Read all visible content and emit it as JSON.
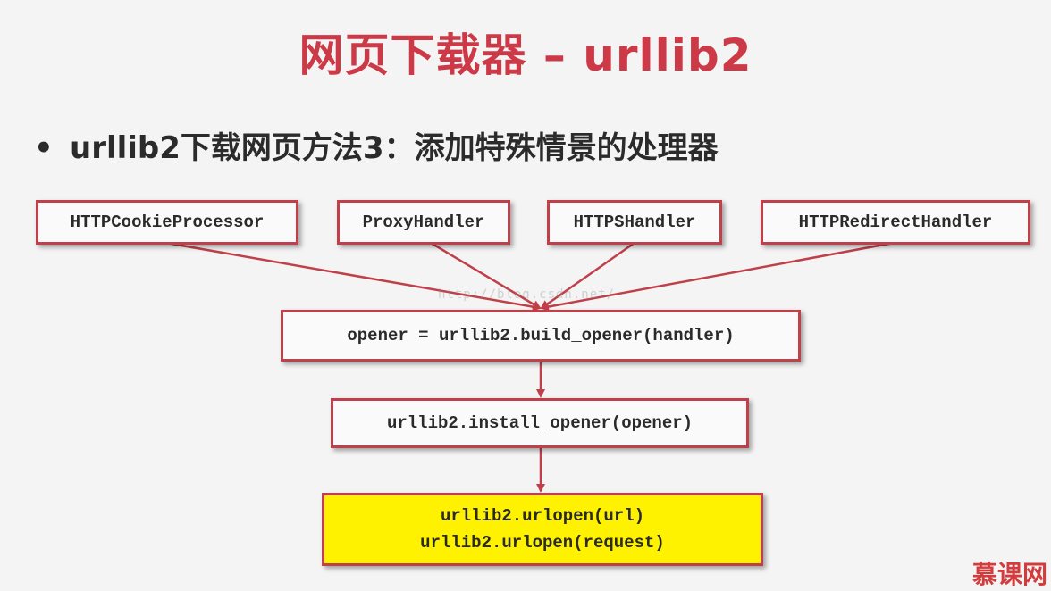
{
  "title": "网页下载器 – urllib2",
  "bullet": {
    "marker": "•",
    "text": "urllib2下载网页方法3：添加特殊情景的处理器"
  },
  "handlers": [
    "HTTPCookieProcessor",
    "ProxyHandler",
    "HTTPSHandler",
    "HTTPRedirectHandler"
  ],
  "steps": {
    "build_opener": "opener = urllib2.build_opener(handler)",
    "install_opener": "urllib2.install_opener(opener)",
    "urlopen_url": "urllib2.urlopen(url)",
    "urlopen_request": "urllib2.urlopen(request)"
  },
  "colors": {
    "title": "#cc3a48",
    "box_border": "#c0404a",
    "arrow": "#c0404a",
    "highlight_box": "#fff200"
  },
  "watermark": "http://blog.csdn.net/",
  "logo_text": "慕课网"
}
